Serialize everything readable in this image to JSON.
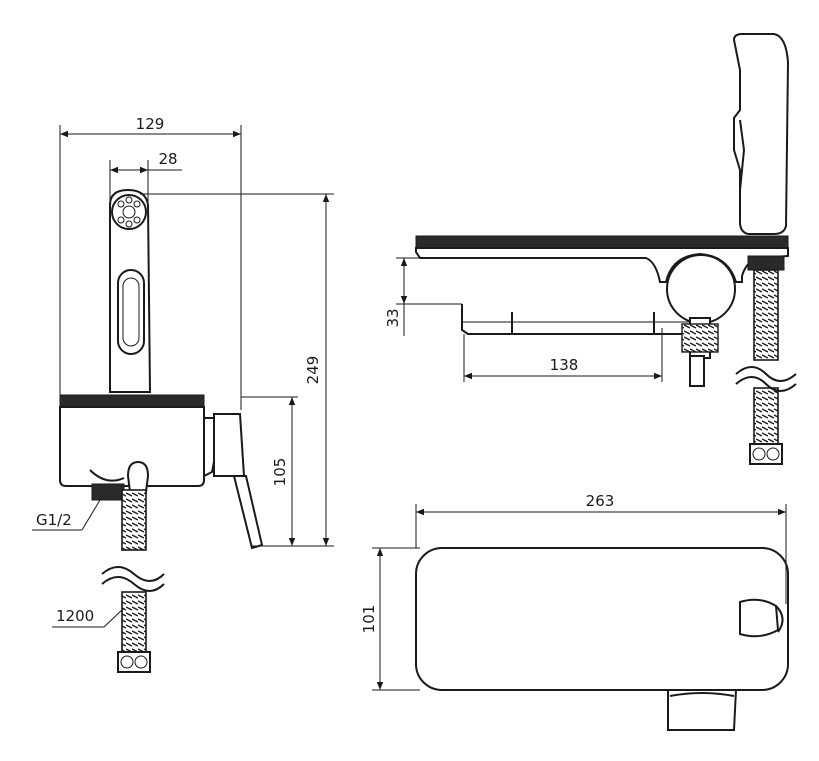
{
  "dimensions": {
    "d129": "129",
    "d28": "28",
    "d249": "249",
    "d105": "105",
    "thread": "G1/2",
    "hose_length": "1200",
    "d33": "33",
    "d138": "138",
    "d263": "263",
    "d101": "101"
  }
}
